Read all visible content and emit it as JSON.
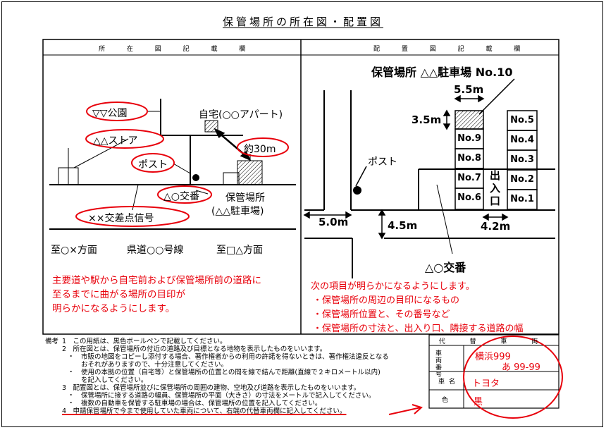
{
  "title": "保管場所の所在図・配置図",
  "left_panel": {
    "header": "所 在 図 記 載 欄",
    "labels": {
      "park": "▽▽公園",
      "home": "自宅(○○アパート)",
      "store": "△△ストア",
      "distance": "約30m",
      "post": "ポスト",
      "intersection": "△○交番",
      "parking": "保管場所",
      "parking_name": "(△△駐車場)",
      "signal": "××交差点信号",
      "road_left": "至○×方面",
      "road_center": "県道○○号線",
      "road_right": "至□△方面"
    },
    "instruction": [
      "主要道や駅から自宅前および保管場所前の道路に",
      "至るまでに曲がる場所の目印が",
      "明らかになるようにします。"
    ]
  },
  "right_panel": {
    "header": "配 置 図 記 載 欄",
    "heading": "保管場所 △△駐車場 No.10",
    "dims": {
      "width": "5.5m",
      "depth": "3.5m",
      "left_gap": "5.0m",
      "road_width": "4.5m",
      "entrance_width": "4.2m"
    },
    "post": "ポスト",
    "entrance": "出入口",
    "slots_left": [
      "No.9",
      "No.8",
      "No.7",
      "No.6"
    ],
    "slots_right": [
      "No.5",
      "No.4",
      "No.3",
      "No.2",
      "No.1"
    ],
    "intersection": "△○交番",
    "instruction": [
      "次の項目が明らかになるようにします。",
      "・保管場所の周辺の目印になるもの",
      "・保管場所位置と、その番号など",
      "・保管場所の寸法と、出入り口、隣接する道路の幅"
    ]
  },
  "notes": {
    "label": "備考",
    "lines": [
      "1　この用紙は、黒色ボールペンで記載してください。",
      "2　所在図とは、保管場所の付近の道路及び目標となる地物を表示したものをいいます。",
      "・　市販の地図をコピーし添付する場合、著作権者からの利用の許諾を得ないときは、著作権法違反となる",
      "　　おそれがありますので、十分注意してください。",
      "・　使用の本拠の位置（自宅等）と保管場所の位置との間を線で結んで距離(直線で２キロメートル以内)",
      "　　を記入してください。",
      "3　配置図とは、保管場所並びに保管場所の周囲の建物、空地及び道路を表示したものをいいます。",
      "・　保管場所に接する道路の幅員、保管場所の平面（大きさ）の寸法をメートルで記入してください。",
      "・　複数の自動車を保管する駐車場の場合は、保管場所の位置を記入してください。",
      "4　申請保管場所で今まで使用していた車両について、右端の代替車両欄に記入してください。"
    ]
  },
  "vehicle_box": {
    "header": "代 替 車 両",
    "row1_label": "車両番号",
    "row2_label": "車名",
    "row3_label": "色",
    "plate_line1": "横浜999",
    "plate_line2": "あ 99-99",
    "car_name": "トヨタ",
    "color_value": "黒"
  },
  "colors": {
    "annotation": "#e8000b",
    "ink": "#000000"
  }
}
